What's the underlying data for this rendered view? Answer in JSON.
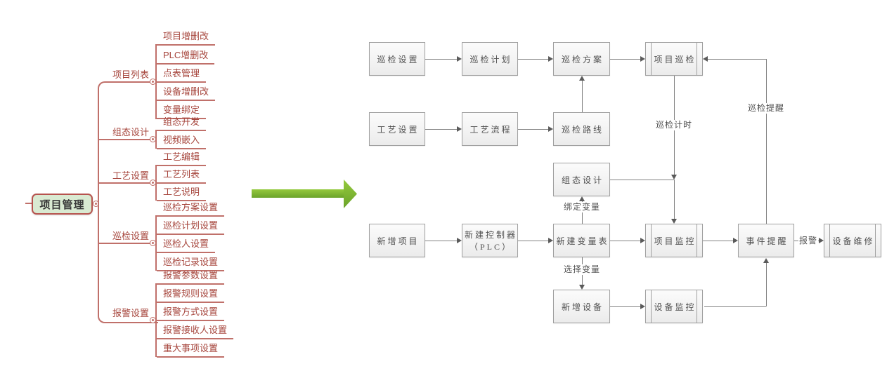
{
  "mindmap": {
    "root": {
      "label": "项目管理"
    },
    "branches": [
      {
        "label": "项目列表",
        "children": [
          "项目增删改",
          "PLC增删改",
          "点表管理",
          "设备增删改",
          "变量绑定"
        ]
      },
      {
        "label": "组态设计",
        "children": [
          "组态开发",
          "视频嵌入"
        ]
      },
      {
        "label": "工艺设置",
        "children": [
          "工艺编辑",
          "工艺列表",
          "工艺说明"
        ]
      },
      {
        "label": "巡检设置",
        "children": [
          "巡检方案设置",
          "巡检计划设置",
          "巡检人设置",
          "巡检记录设置"
        ]
      },
      {
        "label": "报警设置",
        "children": [
          "报警参数设置",
          "报警规则设置",
          "报警方式设置",
          "报警接收人设置",
          "重大事项设置"
        ]
      }
    ]
  },
  "flowchart": {
    "nodes": [
      {
        "label": "巡检设置",
        "shape": "process"
      },
      {
        "label": "巡检计划",
        "shape": "process"
      },
      {
        "label": "巡检方案",
        "shape": "process"
      },
      {
        "label": "项目巡检",
        "shape": "subroutine"
      },
      {
        "label": "工艺设置",
        "shape": "process"
      },
      {
        "label": "工艺流程",
        "shape": "process"
      },
      {
        "label": "巡检路线",
        "shape": "process"
      },
      {
        "label": "组态设计",
        "shape": "process"
      },
      {
        "label": "新增项目",
        "shape": "process"
      },
      {
        "label": "新建控制器",
        "label2": "（PLC）",
        "shape": "process"
      },
      {
        "label": "新建变量表",
        "shape": "process"
      },
      {
        "label": "项目监控",
        "shape": "subroutine"
      },
      {
        "label": "事件提醒",
        "shape": "process"
      },
      {
        "label": "设备维修",
        "shape": "subroutine"
      },
      {
        "label": "新增设备",
        "shape": "process"
      },
      {
        "label": "设备监控",
        "shape": "subroutine"
      }
    ],
    "edge_labels": {
      "inspection_timing": "巡检计时",
      "inspection_reminder": "巡检提醒",
      "bind_variable": "绑定变量",
      "select_variable": "选择变量",
      "alarm": "报警"
    }
  },
  "colors": {
    "mindmap_text": "#a6453c",
    "mindmap_line": "#c0706a",
    "root_fill": "#d9ead2",
    "root_border": "#b6534e",
    "arrow_green": "#7cb32e",
    "flow_border": "#a0a0a0",
    "flow_text": "#4f4f4f",
    "flow_line": "#828282"
  }
}
